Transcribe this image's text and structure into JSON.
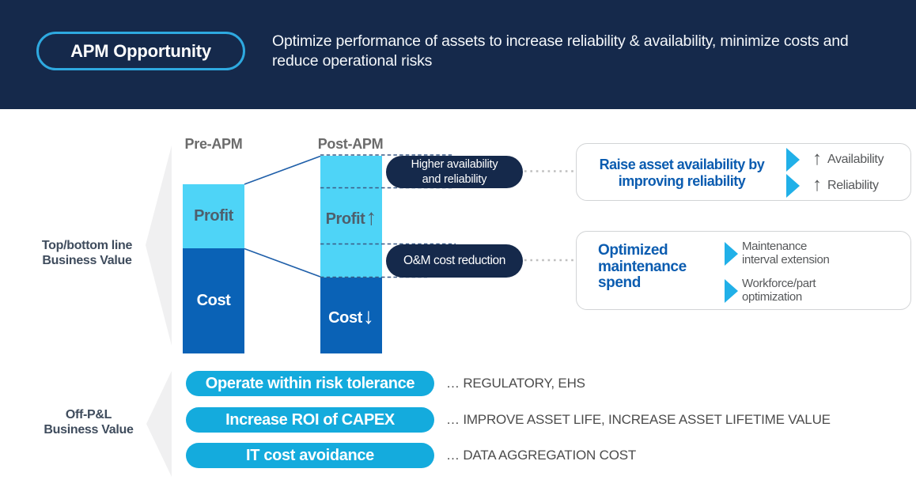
{
  "header": {
    "badge_label": "APM Opportunity",
    "description_line1": "Optimize performance of assets to increase reliability & availability, minimize costs and",
    "description_line2": "reduce operational risks"
  },
  "diagram": {
    "left_labels": {
      "top": {
        "line1": "Top/bottom line",
        "line2": "Business Value"
      },
      "bottom": {
        "line1": "Off-P&L",
        "line2": "Business Value"
      }
    },
    "pre_bar": {
      "title": "Pre-APM",
      "profit_label": "Profit",
      "cost_label": "Cost"
    },
    "post_bar": {
      "title": "Post-APM",
      "profit_label": "Profit",
      "profit_arrow": "↑",
      "cost_label": "Cost",
      "cost_arrow": "↓"
    },
    "badges": {
      "availability": {
        "line1": "Higher availability",
        "line2": "and reliability"
      },
      "om_cost": {
        "label": "O&M cost reduction"
      }
    }
  },
  "cards": {
    "availability": {
      "title_line1": "Raise asset availability by",
      "title_line2": "improving reliability",
      "items": [
        {
          "arrow": "↑",
          "label": "Availability"
        },
        {
          "arrow": "↑",
          "label": "Reliability"
        }
      ]
    },
    "maintenance": {
      "title_line1": "Optimized",
      "title_line2": "maintenance",
      "title_line3": "spend",
      "items": [
        {
          "line1": "Maintenance",
          "line2": "interval extension"
        },
        {
          "line1": "Workforce/part",
          "line2": "optimization"
        }
      ]
    }
  },
  "pills": [
    {
      "label": "Operate within risk tolerance",
      "annotation": "… REGULATORY, EHS"
    },
    {
      "label": "Increase ROI of CAPEX",
      "annotation": "… IMPROVE ASSET LIFE, INCREASE ASSET LIFETIME VALUE"
    },
    {
      "label": "IT cost avoidance",
      "annotation": "… DATA AGGREGATION COST"
    }
  ],
  "colors": {
    "header_navy": "#15294b",
    "badge_navy": "#15294b",
    "profit_cyan": "#4ed4f7",
    "cost_blue": "#0a62b6",
    "pill_cyan": "#14abdd",
    "play_cyan": "#21b0e8",
    "outline_cyan": "#2ea9e0",
    "card_title_blue": "#0b5cb0",
    "chevron_gray": "#f0f0f1"
  }
}
